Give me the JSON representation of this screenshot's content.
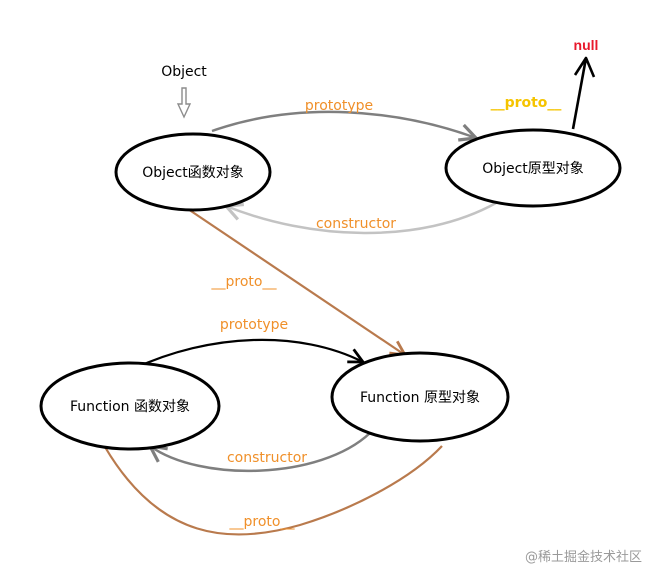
{
  "nodes": {
    "object_fn": "Object函数对象",
    "object_proto": "Object原型对象",
    "function_fn": "Function 函数对象",
    "function_proto": "Function 原型对象"
  },
  "labels": {
    "object_top": "Object",
    "null": "null",
    "top_prototype": "prototype",
    "top_constructor": "constructor",
    "top_proto_right": "__proto__",
    "middle_proto": "__proto__",
    "bottom_prototype": "prototype",
    "bottom_constructor": "constructor",
    "bottom_proto": "__proto__"
  },
  "watermark": "@稀土掘金技术社区",
  "colors": {
    "orange_text": "#f0902a",
    "yellow_text": "#f5c400",
    "null_red": "#e8192c",
    "gray_arrow": "#7f7f7f",
    "light_gray_arrow": "#c3c3c3",
    "brown_arrow": "#b97a4d",
    "black": "#000000",
    "watermark_gray": "#9a9a9a"
  }
}
